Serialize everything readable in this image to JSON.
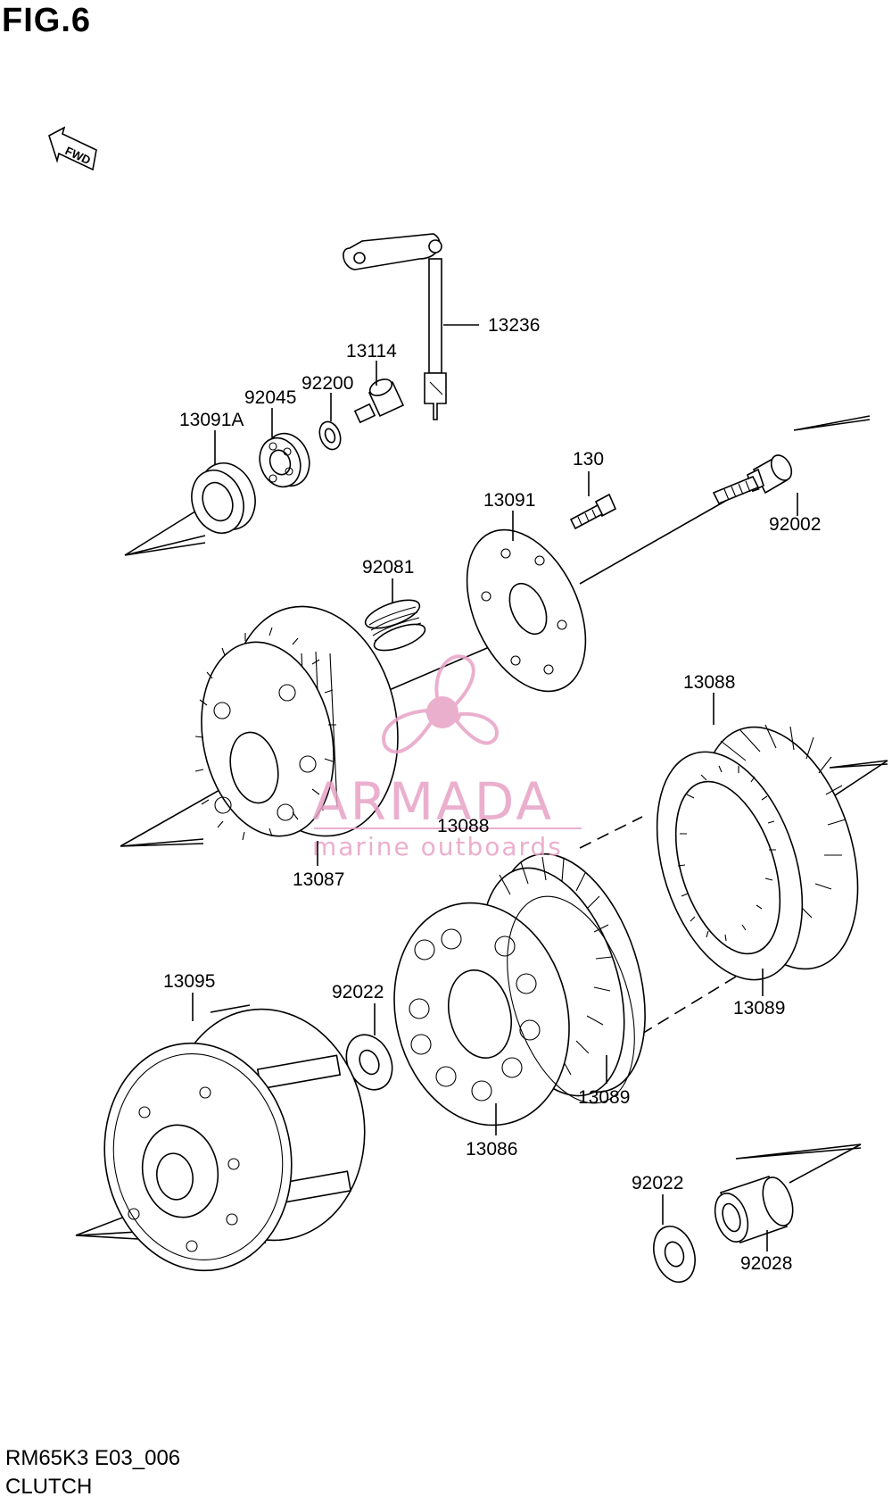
{
  "figure": {
    "title": "FIG.6",
    "fwd_label": "FWD",
    "model_code": "RM65K3 E03_006",
    "caption": "CLUTCH"
  },
  "watermark": {
    "brand": "ARMADA",
    "tagline": "marine outboards",
    "color": "#e8a2c6"
  },
  "parts": [
    {
      "id": "13236",
      "label": "13236"
    },
    {
      "id": "13114",
      "label": "13114"
    },
    {
      "id": "92200",
      "label": "92200"
    },
    {
      "id": "92045",
      "label": "92045"
    },
    {
      "id": "13091A",
      "label": "13091A"
    },
    {
      "id": "130",
      "label": "130"
    },
    {
      "id": "13091",
      "label": "13091"
    },
    {
      "id": "92002",
      "label": "92002"
    },
    {
      "id": "92081",
      "label": "92081"
    },
    {
      "id": "13088a",
      "label": "13088"
    },
    {
      "id": "13088b",
      "label": "13088"
    },
    {
      "id": "13087",
      "label": "13087"
    },
    {
      "id": "13095",
      "label": "13095"
    },
    {
      "id": "92022a",
      "label": "92022"
    },
    {
      "id": "13089a",
      "label": "13089"
    },
    {
      "id": "13089b",
      "label": "13089"
    },
    {
      "id": "13086",
      "label": "13086"
    },
    {
      "id": "92022b",
      "label": "92022"
    },
    {
      "id": "92028",
      "label": "92028"
    }
  ]
}
